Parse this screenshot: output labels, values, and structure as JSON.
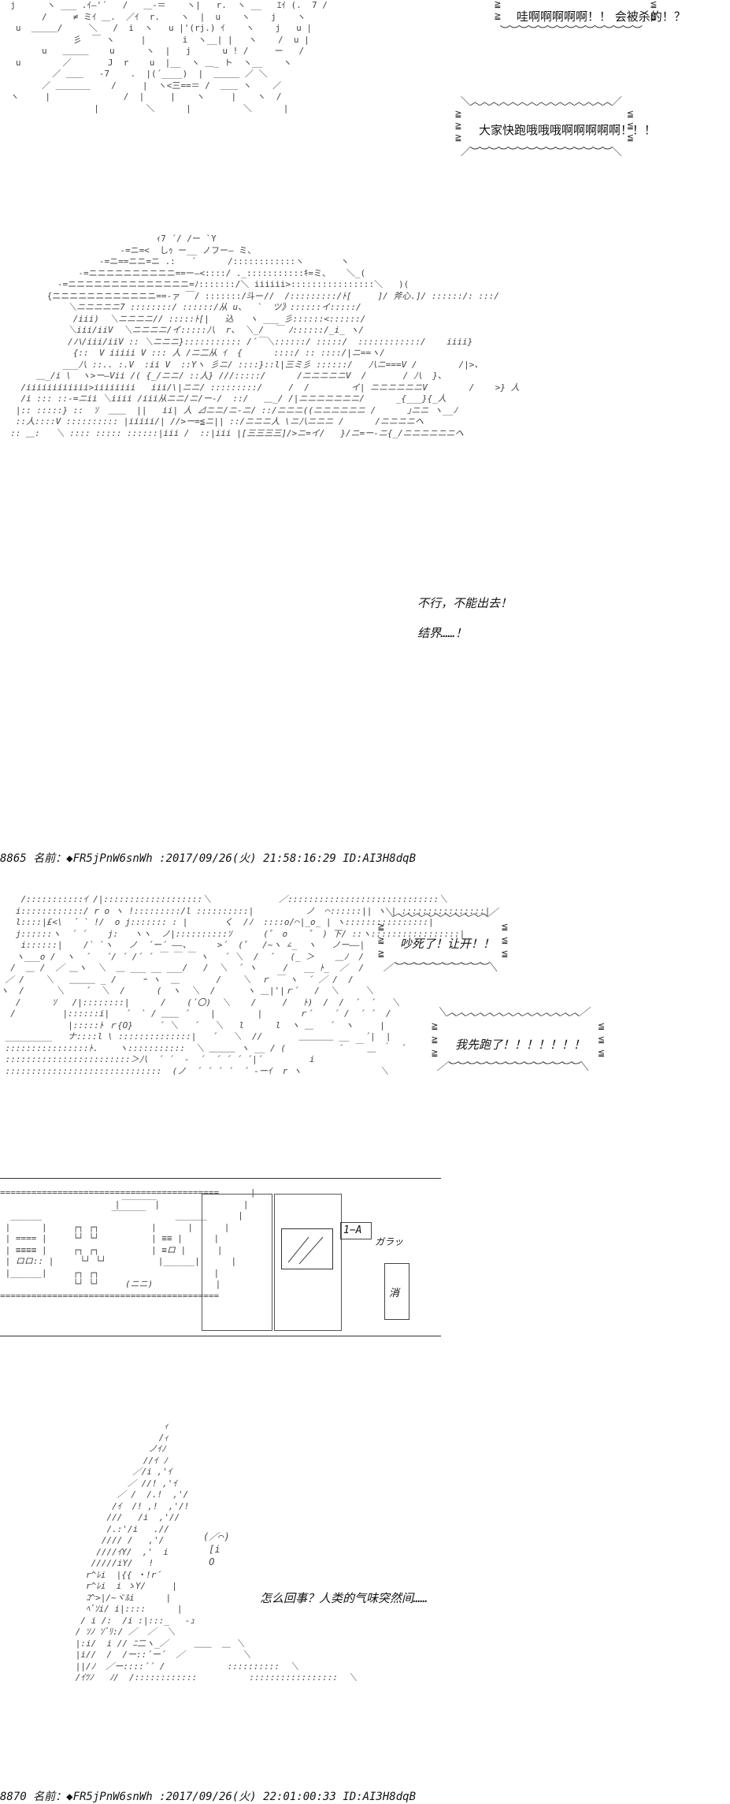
{
  "panel1": {
    "bubble_top": "哇啊啊啊啊啊！！ 会被杀的！？",
    "bubble_bottom": "大家快跑哦哦哦啊啊啊啊啊！！！"
  },
  "panel2": {
    "speech_line1": "不行，不能出去！",
    "speech_line2": "结界……！"
  },
  "post_header_1": "8865 名前：◆FR5jPnW6snWh :2017/09/26(火) 21:58:16:29 ID:AI3H8dqB",
  "panel3": {
    "bubble_left": "吵死了！让开！！",
    "bubble_right": "我先跑了！！！！！！！"
  },
  "panel4": {
    "class_sign": "1−A",
    "door_sound": "ガラッ",
    "extinguisher_label": "消"
  },
  "panel5": {
    "speech": "怎么回事？人类的气味突然间……"
  },
  "post_header_2": "8870 名前：◆FR5jPnW6snWh :2017/09/26(火) 22:01:00:33 ID:AI3H8dqB"
}
